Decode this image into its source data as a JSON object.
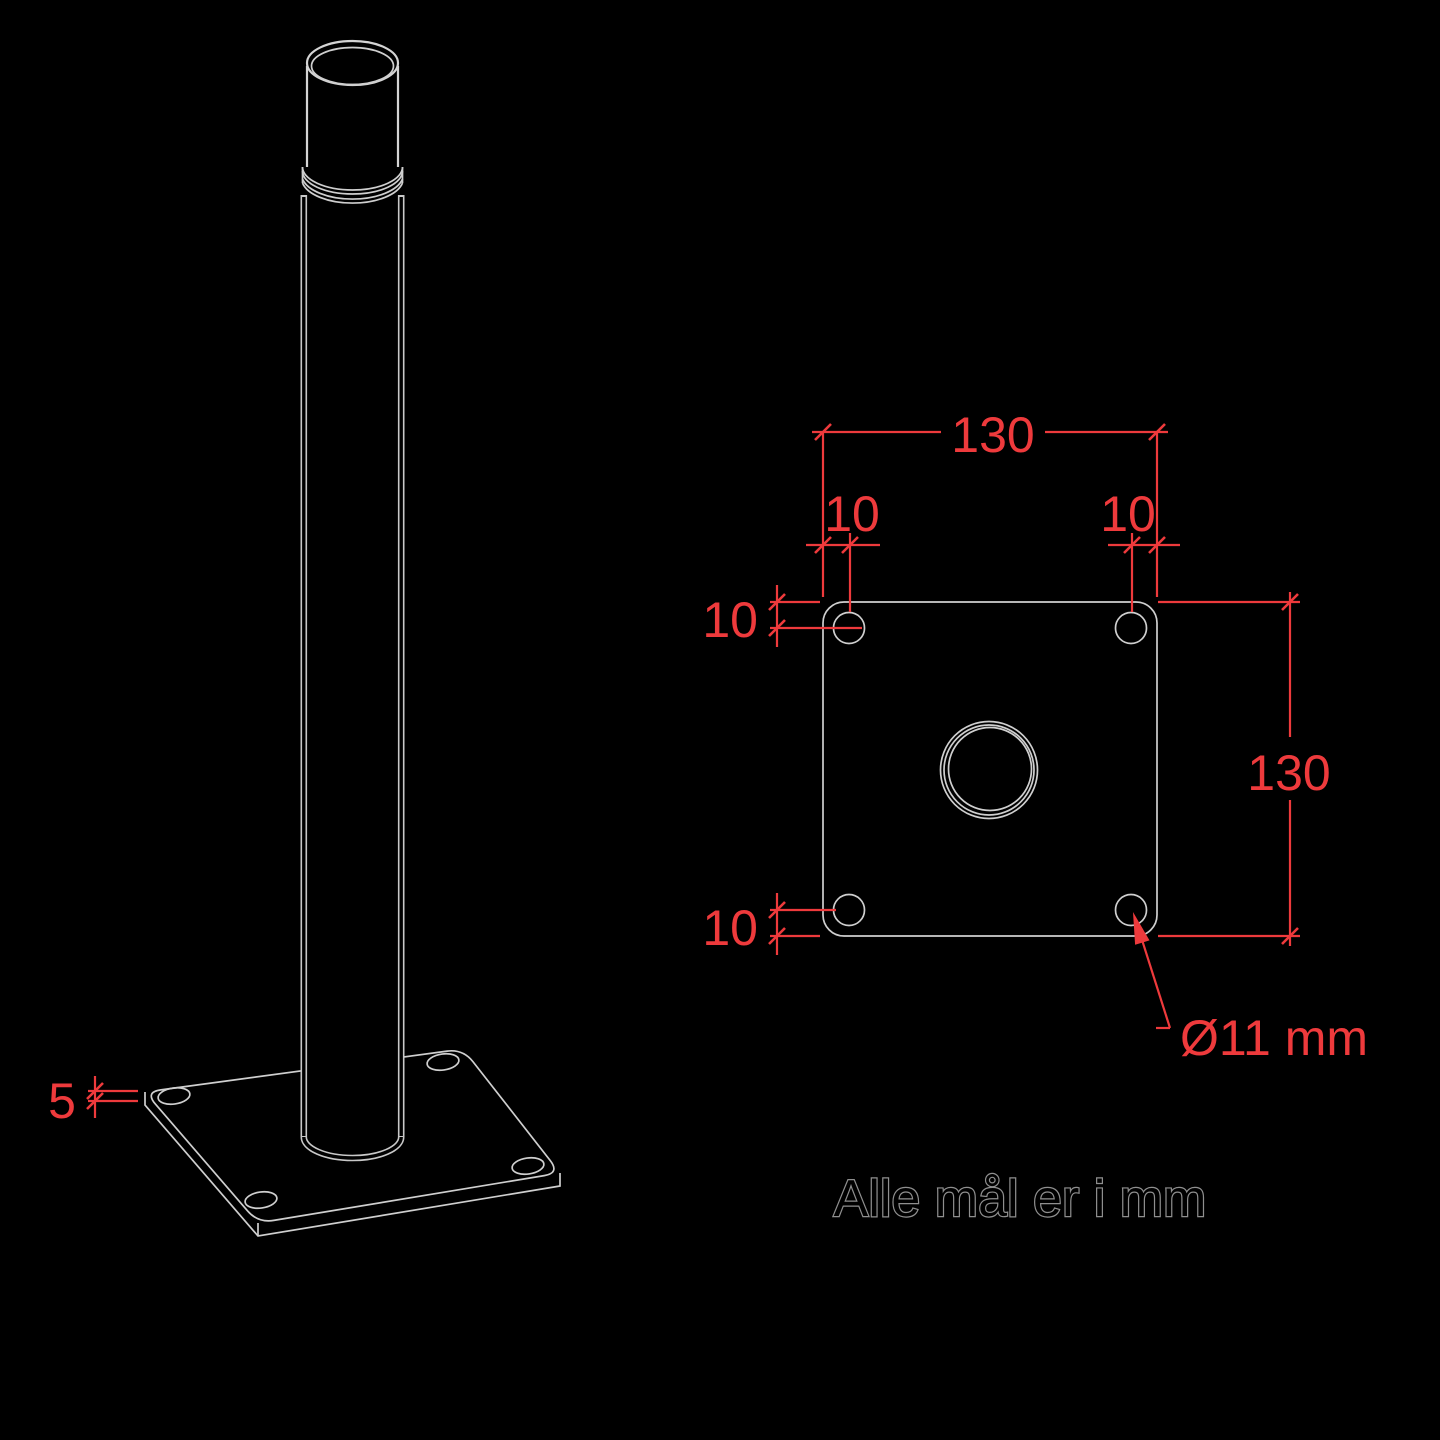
{
  "colors": {
    "background": "#000000",
    "drawing_line": "#cfcfcf",
    "dimension": "#ee3a3c",
    "note_fill": "#000000",
    "note_outline": "#8f8f8f"
  },
  "dimensions": {
    "plate_width": "130",
    "plate_height": "130",
    "hole_inset_top_left": "10",
    "hole_inset_top_right": "10",
    "hole_inset_left_upper": "10",
    "hole_inset_left_lower": "10",
    "plate_thickness": "5",
    "hole_diameter": "Ø11 mm"
  },
  "note": "Alle mål er i mm"
}
